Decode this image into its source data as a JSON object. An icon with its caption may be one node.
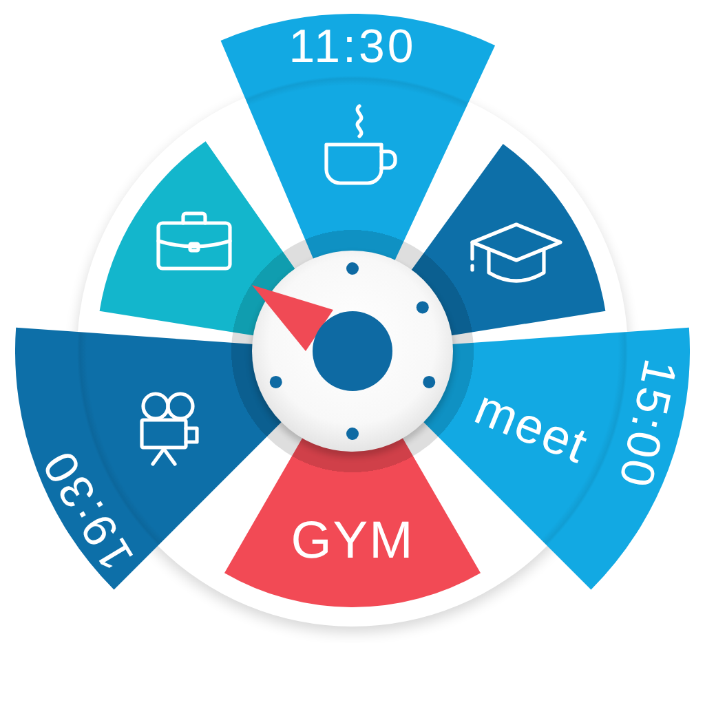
{
  "diagram": {
    "nodes": [
      {
        "text": [
          "11:30"
        ]
      },
      {
        "text": [],
        "shape": "wedge"
      },
      {
        "text": [],
        "shape": "wedge"
      },
      {
        "text": [
          "19:30"
        ]
      },
      {
        "text": [
          "meet",
          "15:00"
        ]
      },
      {
        "text": [
          "GYM"
        ]
      }
    ]
  }
}
